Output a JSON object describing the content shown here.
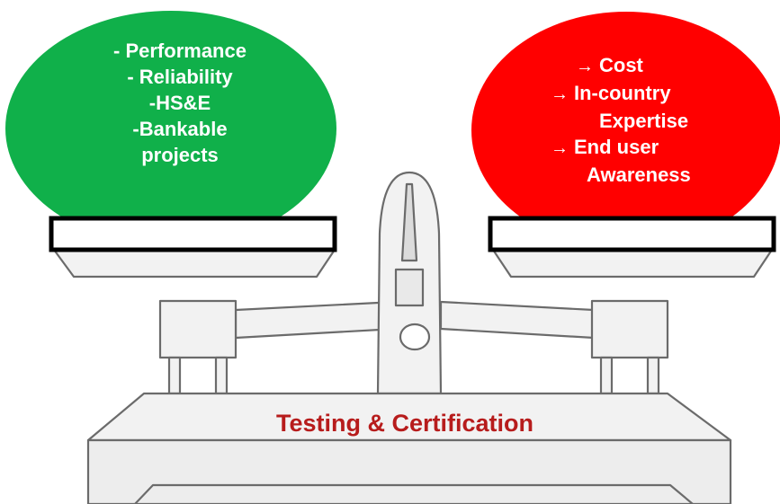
{
  "left_pan": {
    "color": "#10b04a",
    "lines": [
      "- Performance",
      "- Reliability",
      "-HS&E",
      "-Bankable",
      "projects"
    ]
  },
  "right_pan": {
    "color": "#ff0000",
    "arrow_glyph": "→",
    "lines": [
      {
        "arrow": true,
        "text": "Cost"
      },
      {
        "arrow": true,
        "text": "In-country"
      },
      {
        "arrow": false,
        "text": "Expertise"
      },
      {
        "arrow": true,
        "text": "End user"
      },
      {
        "arrow": false,
        "text": "Awareness"
      }
    ]
  },
  "base": {
    "label": "Testing & Certification",
    "label_color": "#b71c1c"
  }
}
